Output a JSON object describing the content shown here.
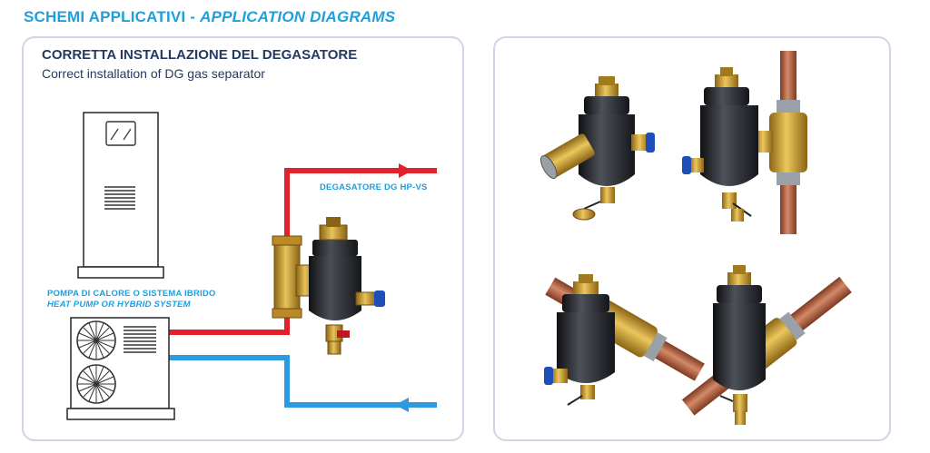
{
  "header": {
    "title_it": "SCHEMI APPLICATIVI",
    "separator": " - ",
    "title_en": "APPLICATION DIAGRAMS"
  },
  "left_panel": {
    "title": "CORRETTA INSTALLAZIONE DEL DEGASATORE",
    "subtitle": "Correct installation of DG gas separator",
    "degasser_label": "DEGASATORE DG HP-VS",
    "heat_pump_label_it": "POMPA DI CALORE O SISTEMA IBRIDO",
    "heat_pump_label_en": "HEAT PUMP OR HYBRID SYSTEM"
  },
  "colors": {
    "accent": "#1e9fdc",
    "title_navy": "#243a63",
    "supply_pipe": "#e3202b",
    "return_pipe": "#2a9be0",
    "panel_border": "#cdd6e2",
    "brass": "#c9a03a",
    "copper": "#b5603e",
    "valve_body": "#2b2e33"
  },
  "icons": [
    "flow-arrow-right-icon",
    "flow-arrow-left-icon",
    "fan-icon",
    "display-icon",
    "vent-grille-icon"
  ]
}
